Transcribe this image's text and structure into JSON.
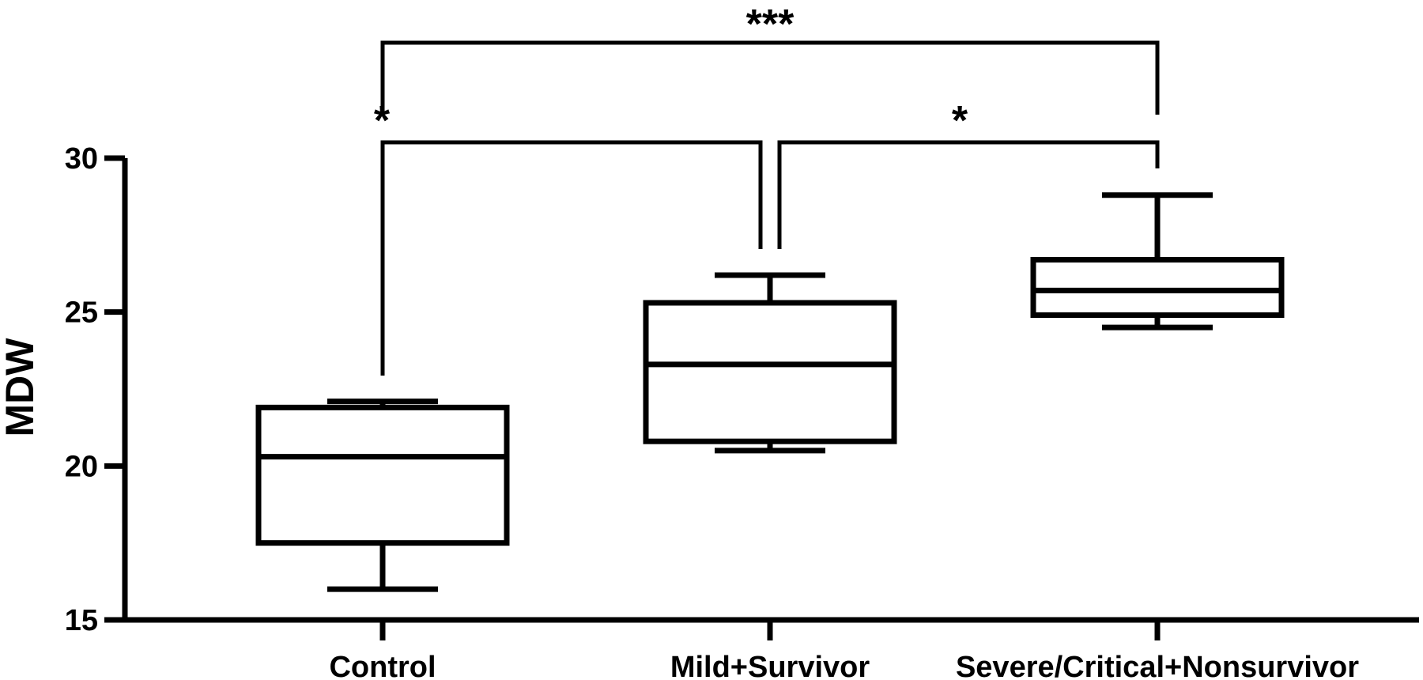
{
  "chart_data": {
    "type": "box",
    "title": "",
    "ylabel": "MDW",
    "xlabel": "",
    "ylim": [
      15,
      30
    ],
    "yticks": [
      15,
      20,
      25,
      30
    ],
    "categories": [
      "Control",
      "Mild+Survivor",
      "Severe/Critical+Nonsurvivor"
    ],
    "boxes": [
      {
        "category": "Control",
        "min": 16.0,
        "q1": 17.5,
        "median": 20.3,
        "q3": 21.9,
        "max": 22.1
      },
      {
        "category": "Mild+Survivor",
        "min": 20.5,
        "q1": 20.8,
        "median": 23.3,
        "q3": 25.3,
        "max": 26.2
      },
      {
        "category": "Severe/Critical+Nonsurvivor",
        "min": 24.5,
        "q1": 24.9,
        "median": 25.7,
        "q3": 26.7,
        "max": 28.8
      }
    ],
    "significance": [
      {
        "from": "Control",
        "to": "Mild+Survivor",
        "label": "*"
      },
      {
        "from": "Mild+Survivor",
        "to": "Severe/Critical+Nonsurvivor",
        "label": "*"
      },
      {
        "from": "Control",
        "to": "Severe/Critical+Nonsurvivor",
        "label": "***"
      }
    ],
    "grid": false,
    "legend": "none"
  }
}
